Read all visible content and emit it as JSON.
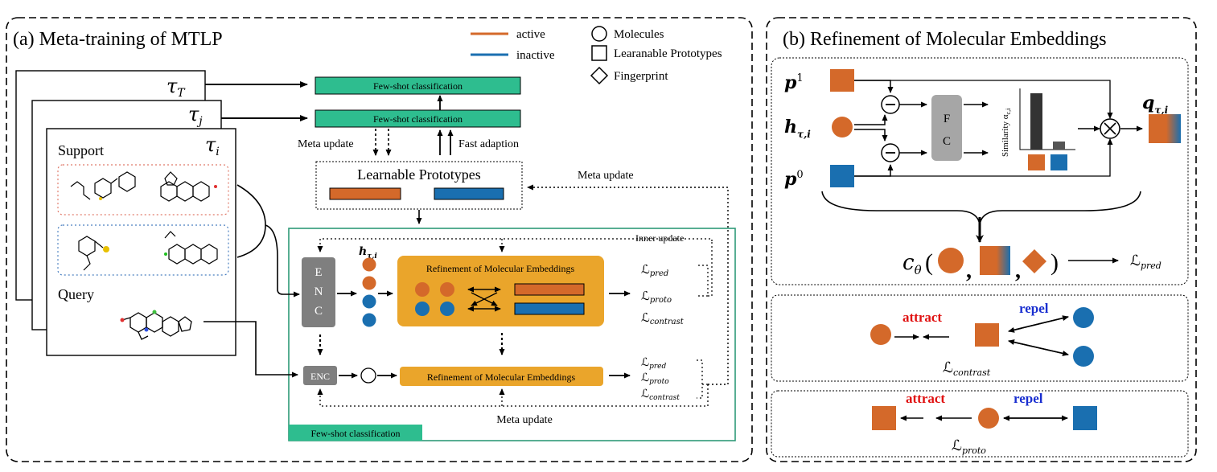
{
  "colors": {
    "active": "#d4692a",
    "inactive": "#1a6fb0",
    "teal": "#2ebd8f",
    "gold": "#eaa52b",
    "gray": "#7f7f7f",
    "frame_green": "#2e9a78",
    "attract_red": "#e01010",
    "repel_blue": "#1a2fd0"
  },
  "panel_a": {
    "title": "(a) Meta-training of MTLP",
    "legend": {
      "active": "active",
      "inactive": "inactive",
      "molecules": "Molecules",
      "prototypes": "Learanable Prototypes",
      "fingerprint": "Fingerprint"
    },
    "tasks": {
      "tau_T": "τ",
      "tau_T_sub": "T",
      "tau_j": "τ",
      "tau_j_sub": "j",
      "tau_i": "τ",
      "tau_i_sub": "i"
    },
    "support": "Support",
    "query": "Query",
    "fsc_top": "Few-shot classification",
    "fsc_mid": "Few-shot classification",
    "meta_update_left": "Meta update",
    "fast_adaption": "Fast adaption",
    "learnable_prototypes": "Learnable Prototypes",
    "meta_update_right": "Meta update",
    "inner_update": "Inner update",
    "h_label": "h",
    "h_sub": "τ,i",
    "enc_letters": [
      "E",
      "N",
      "C"
    ],
    "enc_bottom": "ENC",
    "rme_top": "Refinement of Molecular Embeddings",
    "rme_bottom": "Refinement of Molecular Embeddings",
    "losses_top": [
      "ℒ",
      "ℒ",
      "ℒ"
    ],
    "losses_top_sub": [
      "pred",
      "proto",
      "contrast"
    ],
    "losses_bottom": [
      "ℒ",
      "ℒ",
      "ℒ"
    ],
    "losses_bottom_sub": [
      "pred",
      "proto",
      "contrast"
    ],
    "meta_update_bottom": "Meta update",
    "fsc_frame_label": "Few-shot classification"
  },
  "panel_b": {
    "title": "(b) Refinement of Molecular Embeddings",
    "p1": "p",
    "p1_sup": "1",
    "h": "h",
    "h_sub": "τ,i",
    "p0": "p",
    "p0_sup": "0",
    "fc_letters": [
      "F",
      "C"
    ],
    "similarity_label": "Similarity α",
    "similarity_sub": "c,i",
    "q": "q",
    "q_sub": "τ,i",
    "c_theta": "c",
    "c_theta_sub": "θ",
    "l_pred": "ℒ",
    "l_pred_sub": "pred",
    "attract": "attract",
    "repel": "repel",
    "l_contrast": "ℒ",
    "l_contrast_sub": "contrast",
    "attract2": "attract",
    "repel2": "repel",
    "l_proto": "ℒ",
    "l_proto_sub": "proto"
  }
}
